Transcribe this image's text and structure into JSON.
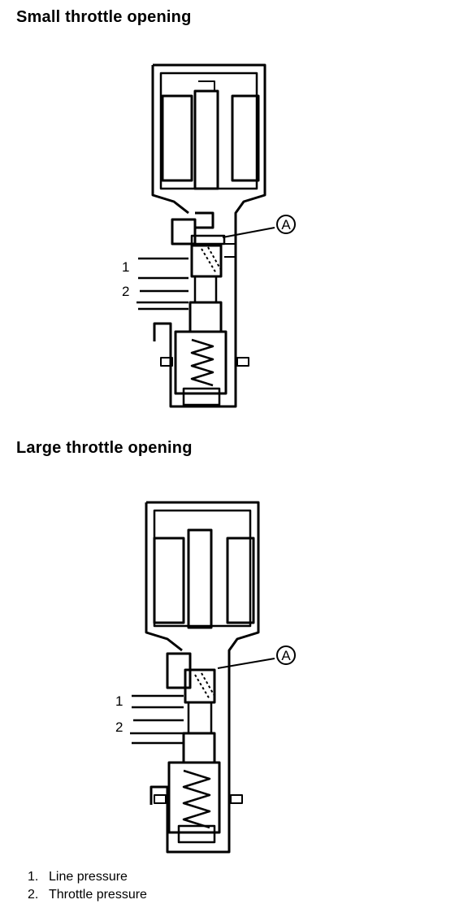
{
  "sections": [
    {
      "title": "Small throttle opening",
      "port_labels": [
        "1",
        "2"
      ],
      "callout": "A"
    },
    {
      "title": "Large throttle opening",
      "port_labels": [
        "1",
        "2"
      ],
      "callout": "A"
    }
  ],
  "legend": [
    {
      "num": "1.",
      "text": "Line pressure"
    },
    {
      "num": "2.",
      "text": "Throttle pressure"
    }
  ]
}
